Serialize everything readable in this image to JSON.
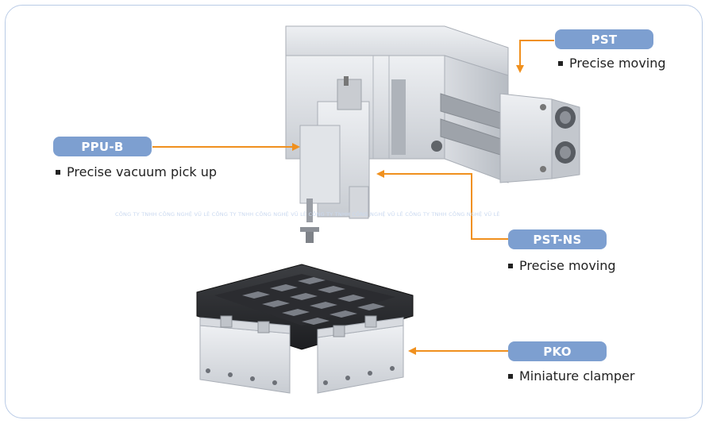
{
  "components": [
    {
      "id": "pst",
      "name": "PST",
      "description": "Precise moving"
    },
    {
      "id": "ppu-b",
      "name": "PPU-B",
      "description": "Precise vacuum pick up"
    },
    {
      "id": "pst-ns",
      "name": "PST-NS",
      "description": "Precise moving"
    },
    {
      "id": "pko",
      "name": "PKO",
      "description": "Miniature clamper"
    }
  ],
  "watermark": "CÔNG TY TNHH CÔNG NGHỆ VŨ LÊ CÔNG TY TNHH CÔNG NGHỆ VŨ LÊ CÔNG TY TNHH CÔNG NGHỆ VŨ LÊ CÔNG TY TNHH CÔNG NGHỆ VŨ LÊ",
  "colors": {
    "label_bg": "#7d9fd0",
    "arrow": "#f0901e",
    "frame_border": "#b9cbe6",
    "text": "#222222"
  }
}
